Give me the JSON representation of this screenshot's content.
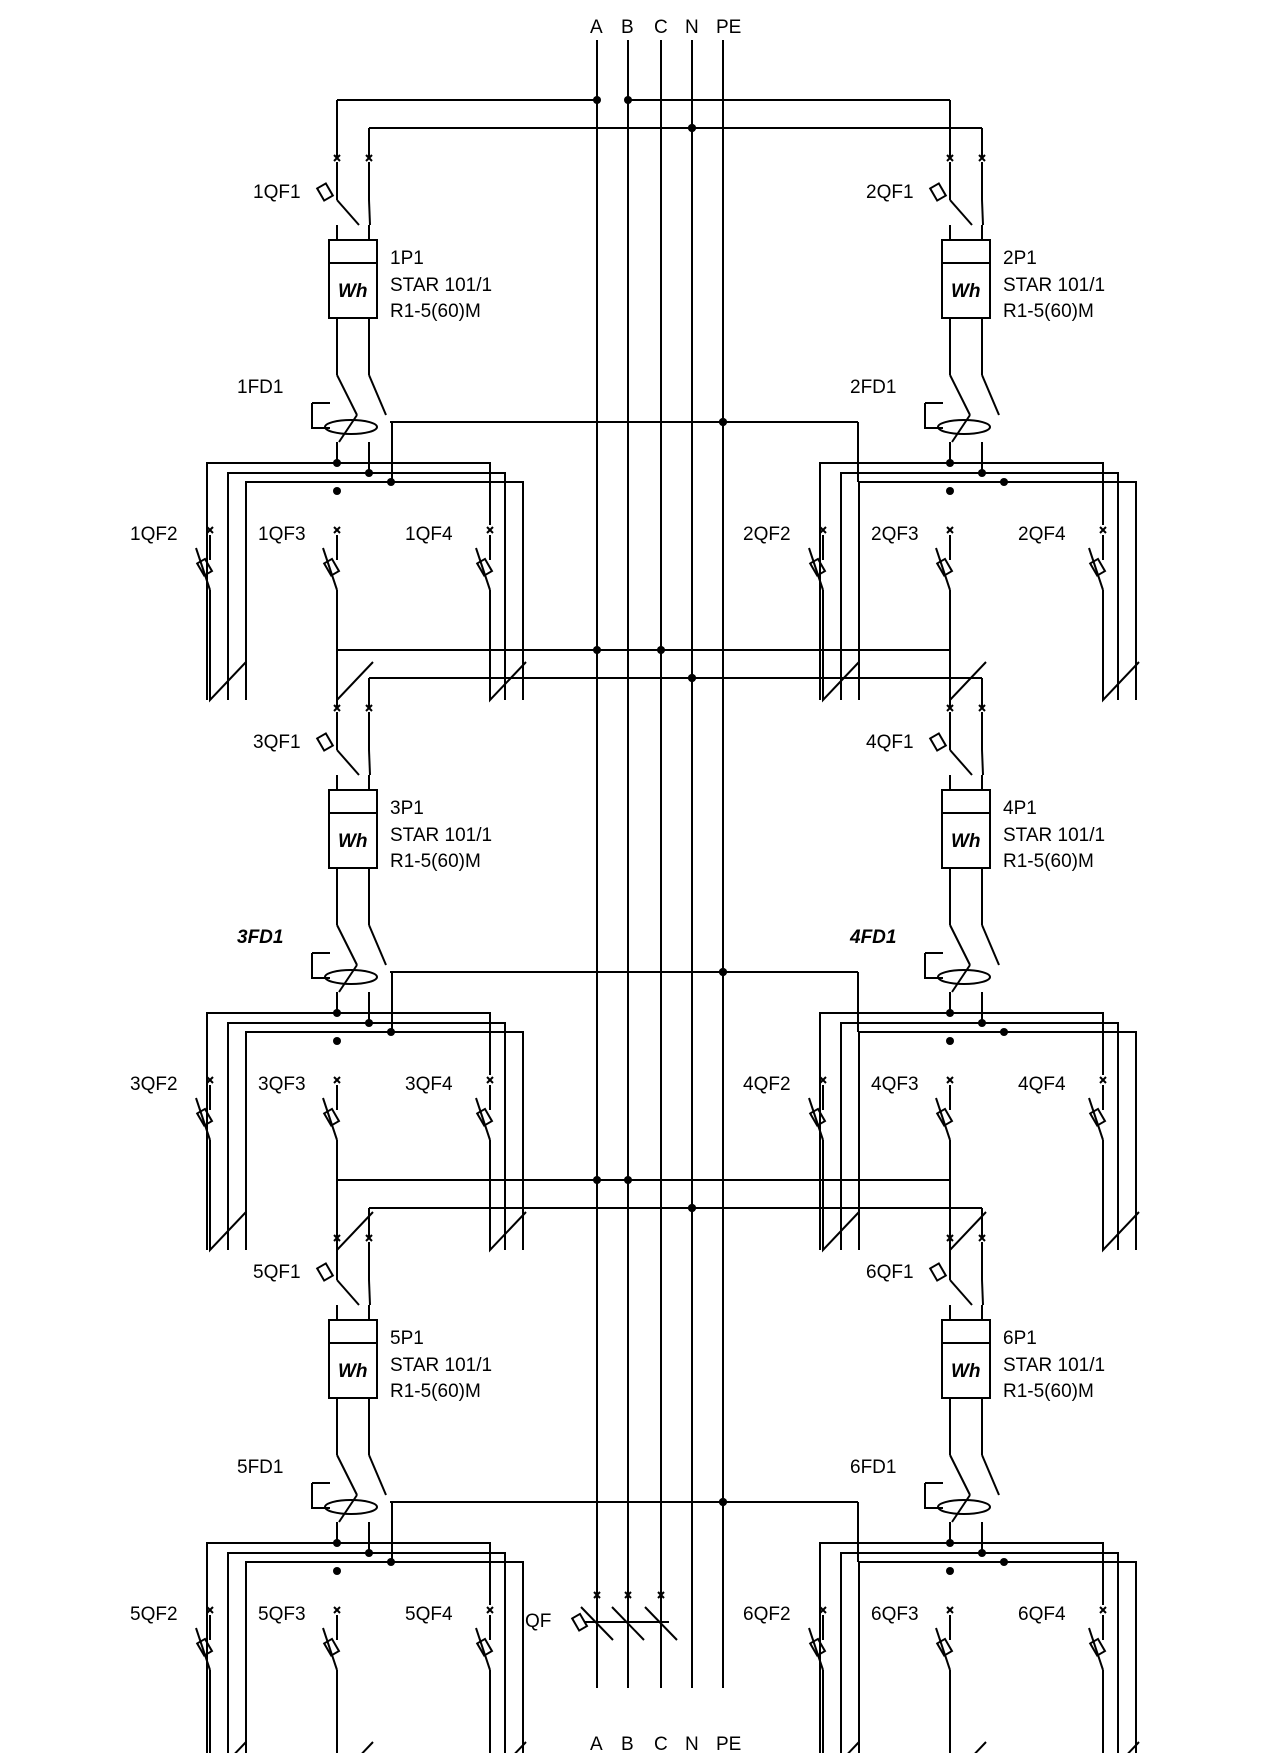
{
  "bus_labels_top": [
    "A",
    "B",
    "C",
    "N",
    "PE"
  ],
  "bus_labels_bottom": [
    "A",
    "B",
    "C",
    "N",
    "PE"
  ],
  "main_breaker": "QF",
  "meter_symbol": "Wh",
  "colors": {
    "line": "#000000",
    "background": "#ffffff"
  },
  "groups": [
    {
      "qf1": "1QF1",
      "meter": "1P1",
      "model": "STAR 101/1",
      "rating": "R1-5(60)M",
      "rcd": "1FD1",
      "rcd_italic": false,
      "outgoing": [
        "1QF2",
        "1QF3",
        "1QF4"
      ]
    },
    {
      "qf1": "2QF1",
      "meter": "2P1",
      "model": "STAR 101/1",
      "rating": "R1-5(60)M",
      "rcd": "2FD1",
      "rcd_italic": false,
      "outgoing": [
        "2QF2",
        "2QF3",
        "2QF4"
      ]
    },
    {
      "qf1": "3QF1",
      "meter": "3P1",
      "model": "STAR 101/1",
      "rating": "R1-5(60)M",
      "rcd": "3FD1",
      "rcd_italic": true,
      "outgoing": [
        "3QF2",
        "3QF3",
        "3QF4"
      ]
    },
    {
      "qf1": "4QF1",
      "meter": "4P1",
      "model": "STAR 101/1",
      "rating": "R1-5(60)M",
      "rcd": "4FD1",
      "rcd_italic": true,
      "outgoing": [
        "4QF2",
        "4QF3",
        "4QF4"
      ]
    },
    {
      "qf1": "5QF1",
      "meter": "5P1",
      "model": "STAR 101/1",
      "rating": "R1-5(60)M",
      "rcd": "5FD1",
      "rcd_italic": false,
      "outgoing": [
        "5QF2",
        "5QF3",
        "5QF4"
      ]
    },
    {
      "qf1": "6QF1",
      "meter": "6P1",
      "model": "STAR 101/1",
      "rating": "R1-5(60)M",
      "rcd": "6FD1",
      "rcd_italic": false,
      "outgoing": [
        "6QF2",
        "6QF3",
        "6QF4"
      ]
    }
  ]
}
